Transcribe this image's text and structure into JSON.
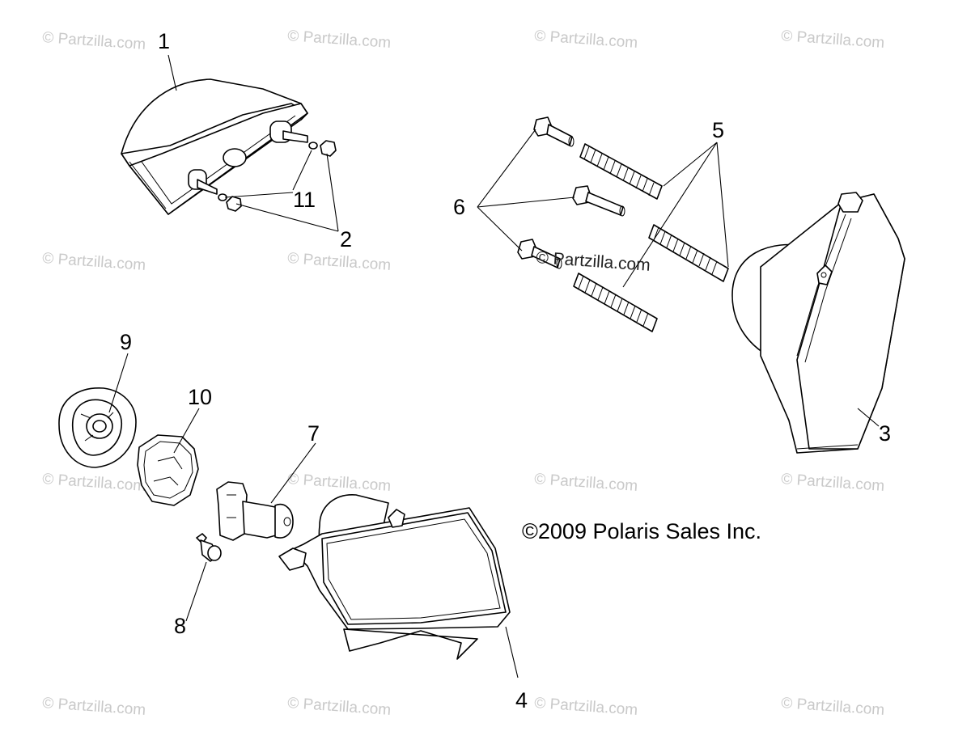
{
  "diagram": {
    "copyright": "©2009 Polaris Sales Inc.",
    "watermark": "© Partzilla.com",
    "callouts": {
      "c1": "1",
      "c2": "2",
      "c3": "3",
      "c4": "4",
      "c5": "5",
      "c6": "6",
      "c7": "7",
      "c8": "8",
      "c9": "9",
      "c10": "10",
      "c11": "11"
    }
  }
}
